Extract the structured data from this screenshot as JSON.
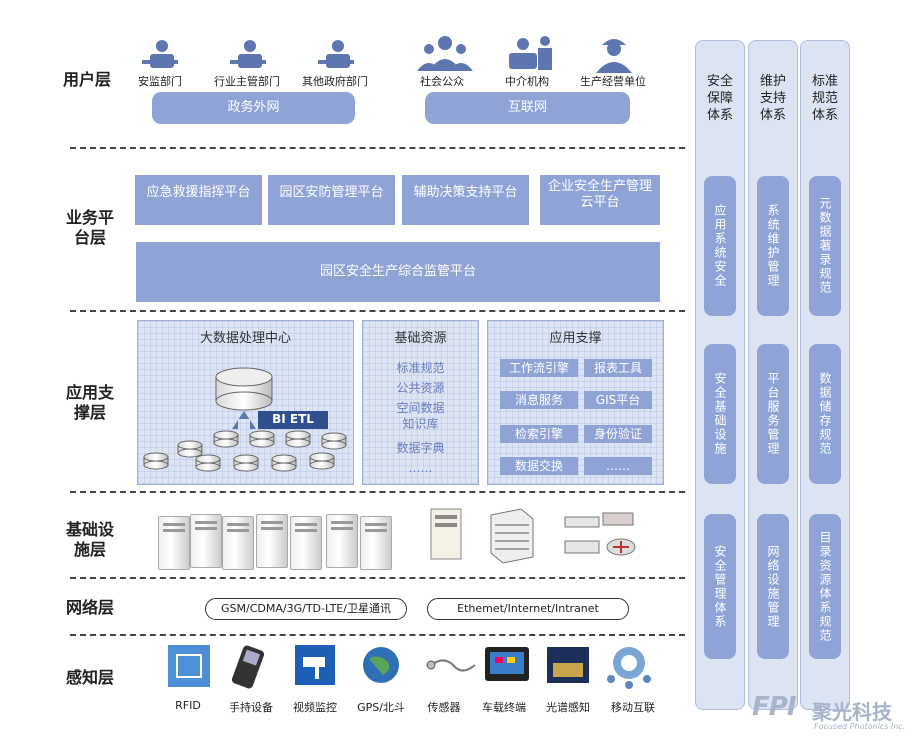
{
  "layers": {
    "user": "用户层",
    "business": "业务平\n台层",
    "app": "应用支\n撑层",
    "infra": "基础设\n施层",
    "network": "网络层",
    "perception": "感知层"
  },
  "users": {
    "gov": [
      "安监部门",
      "行业主管部门",
      "其他政府部门"
    ],
    "public": [
      "社会公众",
      "中介机构",
      "生产经营单位"
    ],
    "gov_net": "政务外网",
    "internet": "互联网"
  },
  "business": {
    "platforms": [
      "应急救援指挥平台",
      "园区安防管理平台",
      "辅助决策支持平台",
      "企业安全生产管理\n云平台"
    ],
    "main": "园区安全生产综合监管平台"
  },
  "app_support": {
    "bigdata_title": "大数据处理中心",
    "bi_etl": "BI ETL",
    "base_title": "基础资源",
    "base_items": [
      "标准规范",
      "公共资源",
      "空间数据",
      "知识库",
      "数据字典",
      "……"
    ],
    "app_title": "应用支撑",
    "app_items": [
      [
        "工作流引擎",
        "报表工具"
      ],
      [
        "消息服务",
        "GIS平台"
      ],
      [
        "检索引擎",
        "身份验证"
      ],
      [
        "数据交换",
        "……"
      ]
    ]
  },
  "network": {
    "left": "GSM/CDMA/3G/TD-LTE/卫星通讯",
    "right": "Ethemet/Internet/Intranet"
  },
  "perception": [
    "RFID",
    "手持设备",
    "视频监控",
    "GPS/北斗",
    "传感器",
    "车载终端",
    "光谱感知",
    "移动互联"
  ],
  "systems": [
    {
      "title": "安全\n保障\n体系",
      "items": [
        "应用系统安全",
        "安全基础设施",
        "安全管理体系"
      ]
    },
    {
      "title": "维护\n支持\n体系",
      "items": [
        "系统维护管理",
        "平台服务管理",
        "网络设施管理"
      ]
    },
    {
      "title": "标准\n规范\n体系",
      "items": [
        "元数据著录规范",
        "数据储存规范",
        "目录资源体系规范"
      ]
    }
  ],
  "brand": {
    "logo": "FPI",
    "name": "聚光科技",
    "tagline": "Focused Photonics Inc."
  }
}
